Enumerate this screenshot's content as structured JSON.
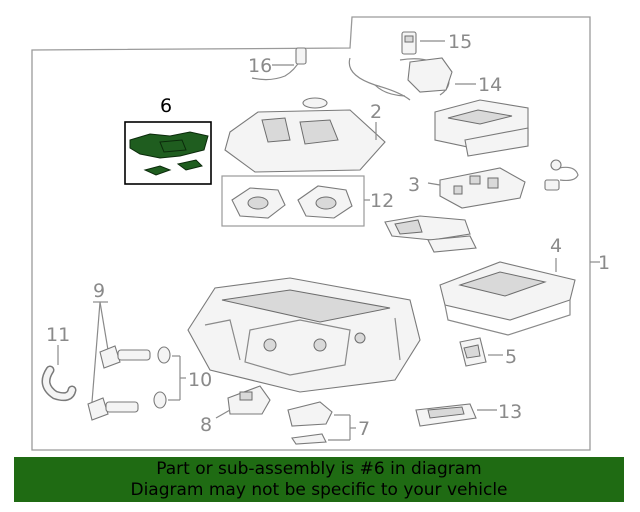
{
  "callouts": {
    "c1": "1",
    "c2": "2",
    "c3": "3",
    "c4": "4",
    "c5": "5",
    "c6": "6",
    "c7": "7",
    "c8": "8",
    "c9": "9",
    "c10": "10",
    "c11": "11",
    "c12": "12",
    "c13": "13",
    "c14": "14",
    "c15": "15",
    "c16": "16"
  },
  "highlight": {
    "callout": "6",
    "color": "#1f5d1f"
  },
  "footer": {
    "background": "#1f6b13",
    "line1": "Part or sub-assembly is #6 in diagram",
    "line2": "Diagram may not be specific to your vehicle"
  }
}
